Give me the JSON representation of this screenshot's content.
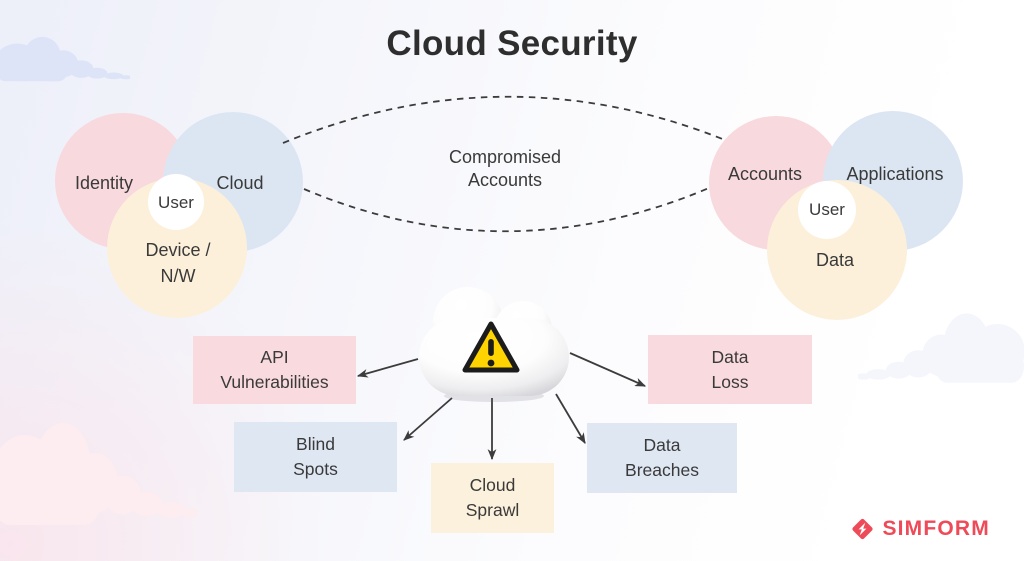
{
  "title": "Cloud Security",
  "left_venn": {
    "circle1": "Identity",
    "circle2": "Cloud",
    "circle3_line1": "Device /",
    "circle3_line2": "N/W",
    "center": "User"
  },
  "connector": {
    "line1": "Compromised",
    "line2": "Accounts"
  },
  "right_venn": {
    "circle1": "Accounts",
    "circle2": "Applications",
    "circle3": "Data",
    "center": "User"
  },
  "threats": {
    "api": {
      "line1": "API",
      "line2": "Vulnerabilities"
    },
    "blind": {
      "line1": "Blind",
      "line2": "Spots"
    },
    "sprawl": {
      "line1": "Cloud",
      "line2": "Sprawl"
    },
    "breaches": {
      "line1": "Data",
      "line2": "Breaches"
    },
    "loss": {
      "line1": "Data",
      "line2": "Loss"
    }
  },
  "cloud": {
    "icon": "warning-triangle-icon"
  },
  "brand": {
    "name": "SIMFORM"
  },
  "colors": {
    "venn_pink": "#f8d9de",
    "venn_blue": "#dce6f3",
    "venn_cream": "#fcf0da",
    "text": "#3a3a3a",
    "line": "#3c3c3c",
    "warning_yellow": "#ffd400",
    "brand_red": "#ee4a57"
  }
}
